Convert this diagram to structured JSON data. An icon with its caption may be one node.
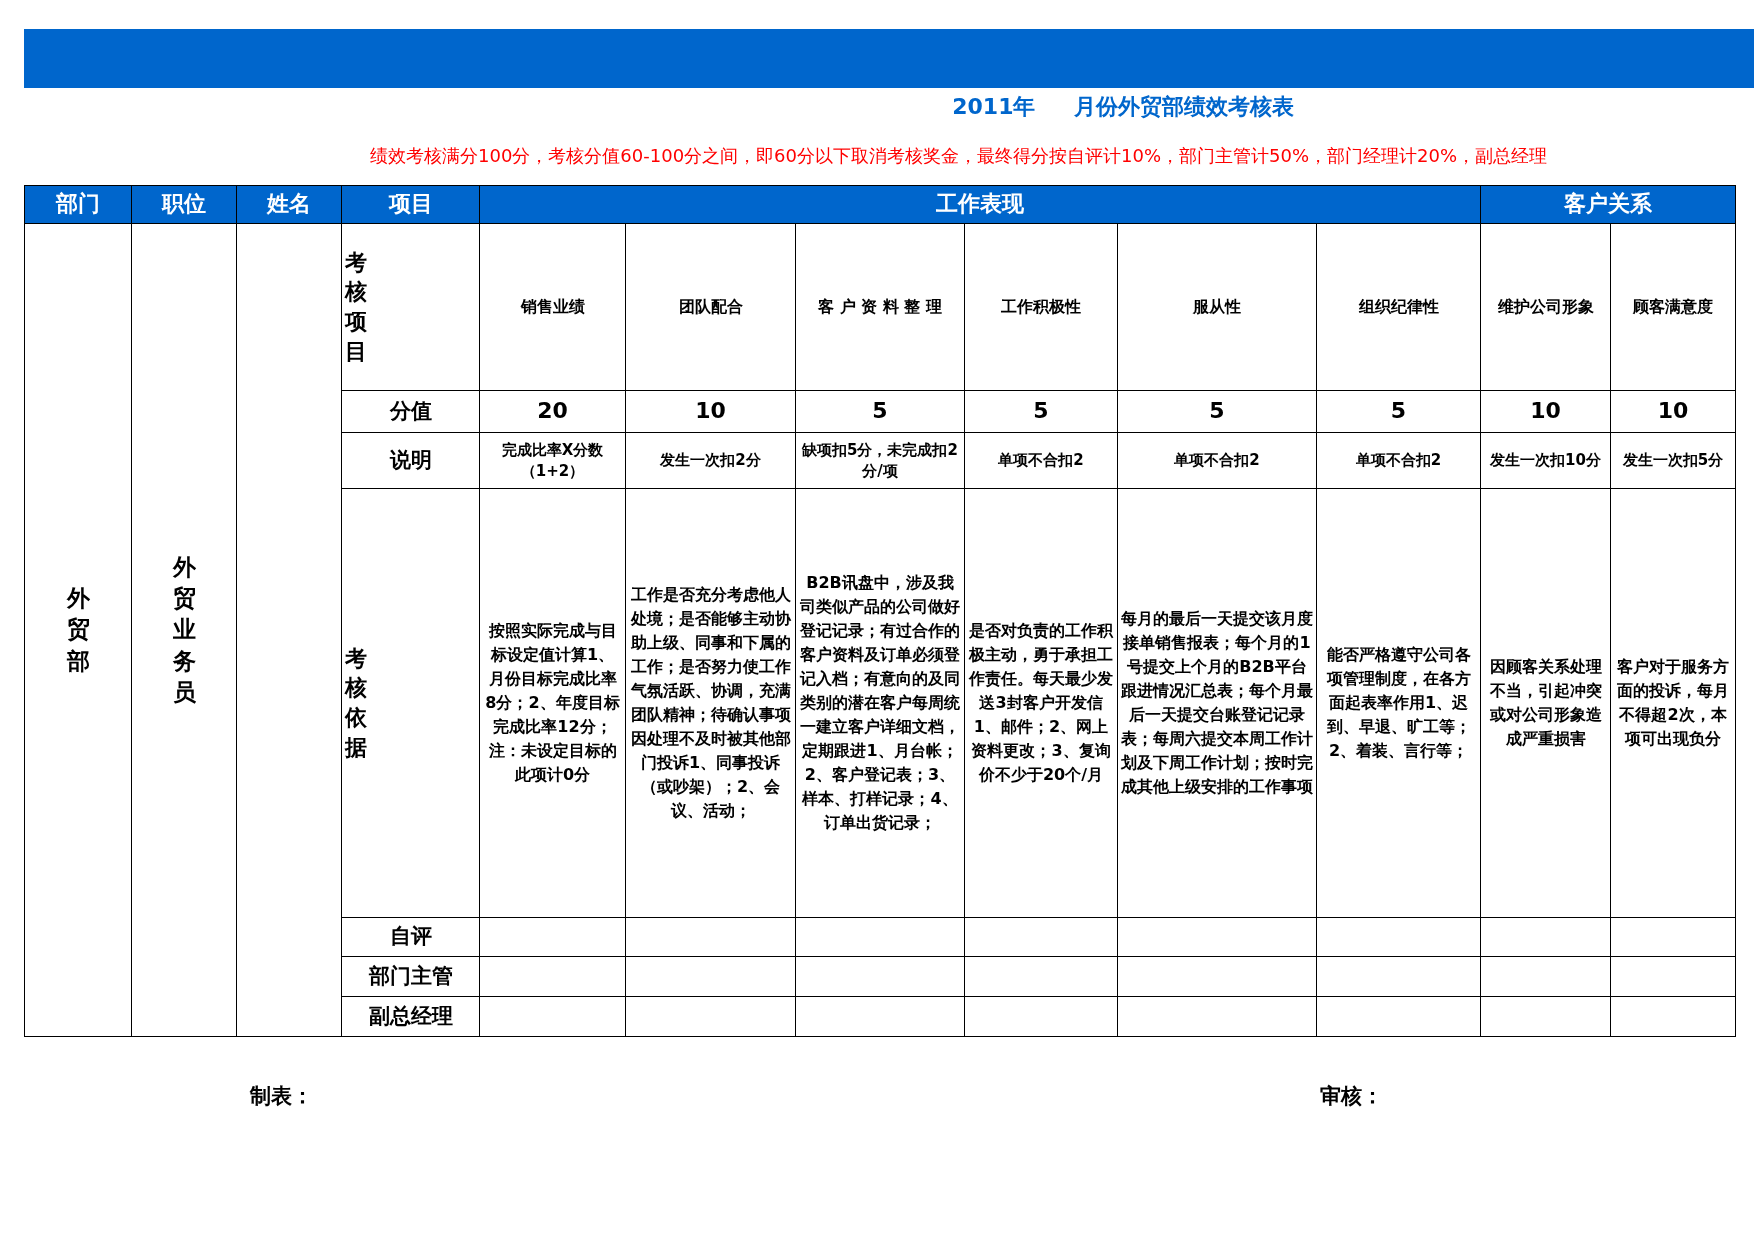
{
  "diagram": {
    "title": "2011年     月份外贸部绩效考核表",
    "nodes": [
      {
        "text": [],
        "shape": "bar"
      }
    ],
    "labels": [
      "绩效考核满分100分，考核分值60-100分之间，即60分以下取消考核奖金，最终得分按自评计10%，部门主管计50%，部门经理计20%，副总经理",
      "部门",
      "职位",
      "姓名",
      "项目",
      "工作表现",
      "客户关系",
      "外贸部",
      "外贸业务员",
      "考核项目",
      "销售业绩",
      "团队配合",
      "客 户 资 料 整 理",
      "工作积极性",
      "服从性",
      "组织纪律性",
      "维护公司形象",
      "顾客满意度",
      "分值",
      "20",
      "10",
      "5",
      "5",
      "5",
      "5",
      "10",
      "10",
      "说明",
      "完成比率X分数（1+2）",
      "发生一次扣2分",
      "缺项扣5分，未完成扣2分/项",
      "单项不合扣2",
      "单项不合扣2",
      "单项不合扣2",
      "发生一次扣10分",
      "发生一次扣5分",
      "考核依据",
      "按照实际完成与目标设定值计算1、月份目标完成比率8分；2、年度目标完成比率12分；注：未设定目标的此项计0分",
      "工作是否充分考虑他人处境；是否能够主动协助上级、同事和下属的工作；是否努力使工作气氛活跃、协调，充满团队精神；待确认事项因处理不及时被其他部门投诉1、同事投诉（或吵架）；2、会议、活动；",
      "B2B讯盘中，涉及我司类似产品的公司做好登记记录；有过合作的客户资料及订单必须登记入档；有意向的及同类别的潜在客户每周统一建立客户详细文档，定期跟进1、月台帐；2、客户登记表；3、样本、打样记录；4、订单出货记录；",
      "是否对负责的工作积极主动，勇于承担工作责任。每天最少发送3封客户开发信1、邮件；2、网上资料更改；3、复询价不少于20个/月",
      "每月的最后一天提交该月度接单销售报表；每个月的1号提交上个月的B2B平台跟进情况汇总表；每个月最后一天提交台账登记记录表；每周六提交本周工作计划及下周工作计划；按时完成其他上级安排的工作事项",
      "能否严格遵守公司各项管理制度，在各方面起表率作用1、迟到、早退、旷工等；2、着装、言行等；",
      "因顾客关系处理不当，引起冲突或对公司形象造成严重损害",
      "客户对于服务方面的投诉，每月不得超2次，本项可出现负分",
      "自评",
      "部门主管",
      "副总经理",
      "制表：",
      "审核："
    ]
  }
}
